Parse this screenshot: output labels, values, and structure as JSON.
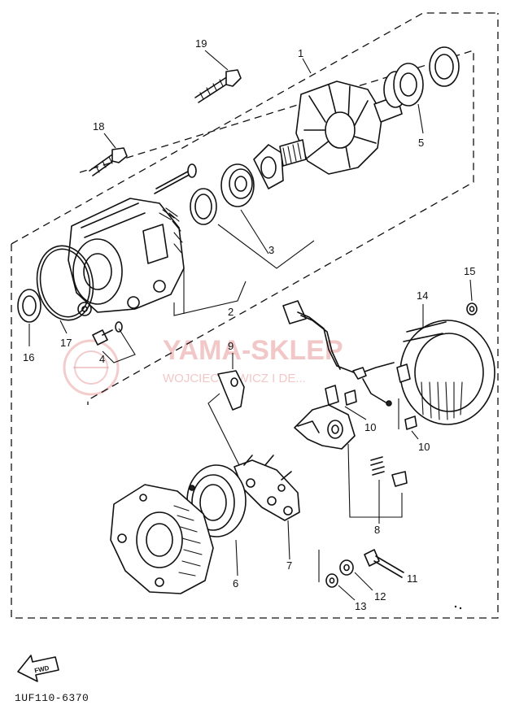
{
  "diagram": {
    "part_number_code": "1UF110-6370",
    "fwd_label": "FWD",
    "watermark": {
      "brand": "YAMA-SKLEP",
      "owner": "WOJCIECHOWICZ I DE..."
    },
    "callouts": [
      {
        "id": "1",
        "label": "1"
      },
      {
        "id": "2",
        "label": "2"
      },
      {
        "id": "3",
        "label": "3"
      },
      {
        "id": "4",
        "label": "4"
      },
      {
        "id": "5",
        "label": "5"
      },
      {
        "id": "6",
        "label": "6"
      },
      {
        "id": "7",
        "label": "7"
      },
      {
        "id": "8",
        "label": "8"
      },
      {
        "id": "9",
        "label": "9"
      },
      {
        "id": "10a",
        "label": "10"
      },
      {
        "id": "10b",
        "label": "10"
      },
      {
        "id": "11",
        "label": "11"
      },
      {
        "id": "12",
        "label": "12"
      },
      {
        "id": "13",
        "label": "13"
      },
      {
        "id": "14",
        "label": "14"
      },
      {
        "id": "15",
        "label": "15"
      },
      {
        "id": "16",
        "label": "16"
      },
      {
        "id": "17",
        "label": "17"
      },
      {
        "id": "18",
        "label": "18"
      },
      {
        "id": "19",
        "label": "19"
      }
    ]
  }
}
